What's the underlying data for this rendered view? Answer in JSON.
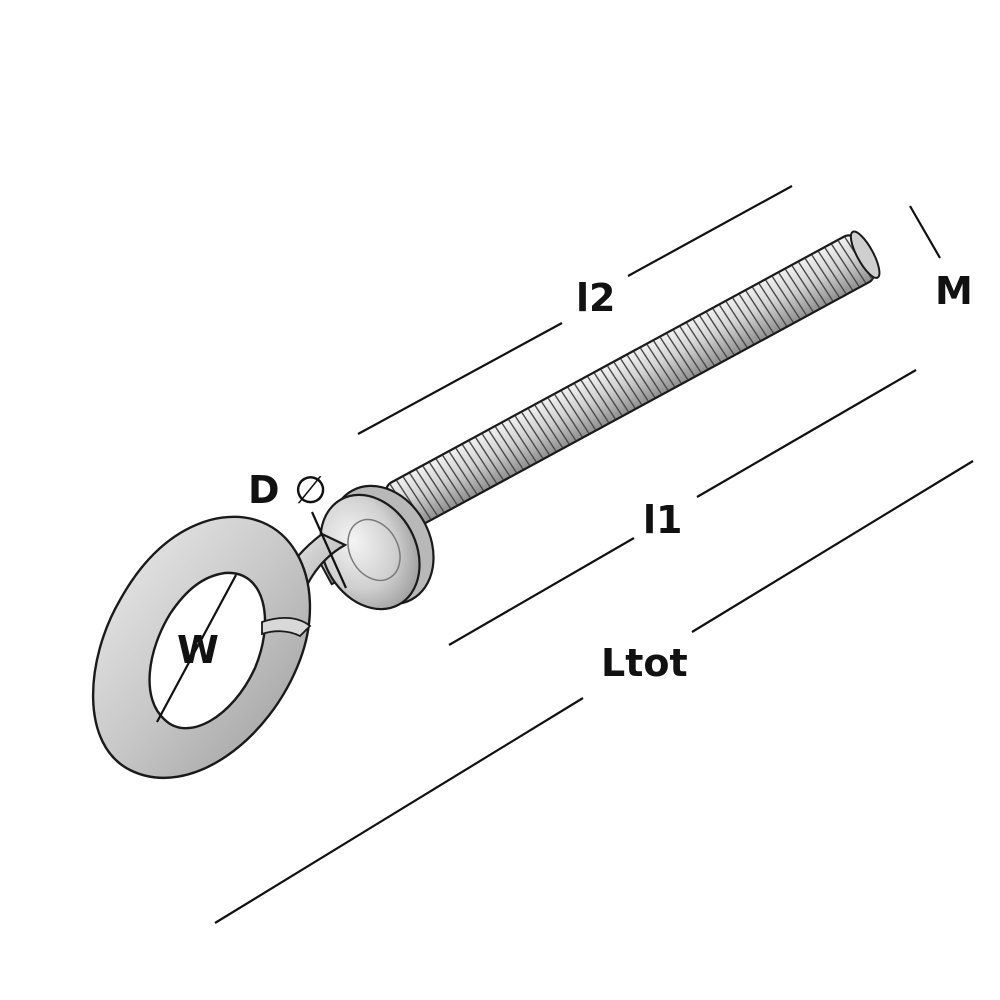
{
  "labels": {
    "l2": "l2",
    "m": "M",
    "d": "D",
    "diameter_symbol": "∅",
    "w": "W",
    "l1": "l1",
    "ltot": "Ltot"
  },
  "colors": {
    "metal_light": "#e6e6e6",
    "metal_mid": "#bdbdbd",
    "metal_dark": "#8a8a8a",
    "outline": "#1a1a1a",
    "dimension": "#111111"
  }
}
